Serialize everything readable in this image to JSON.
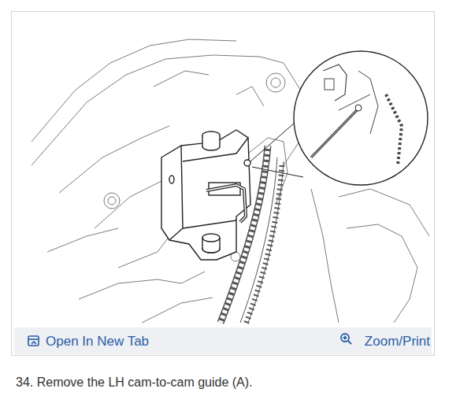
{
  "diagram": {
    "caption": "34. Remove the LH cam-to-cam guide (A).",
    "labels": [
      "Open In New Tab",
      "Zoom/Print"
    ]
  }
}
